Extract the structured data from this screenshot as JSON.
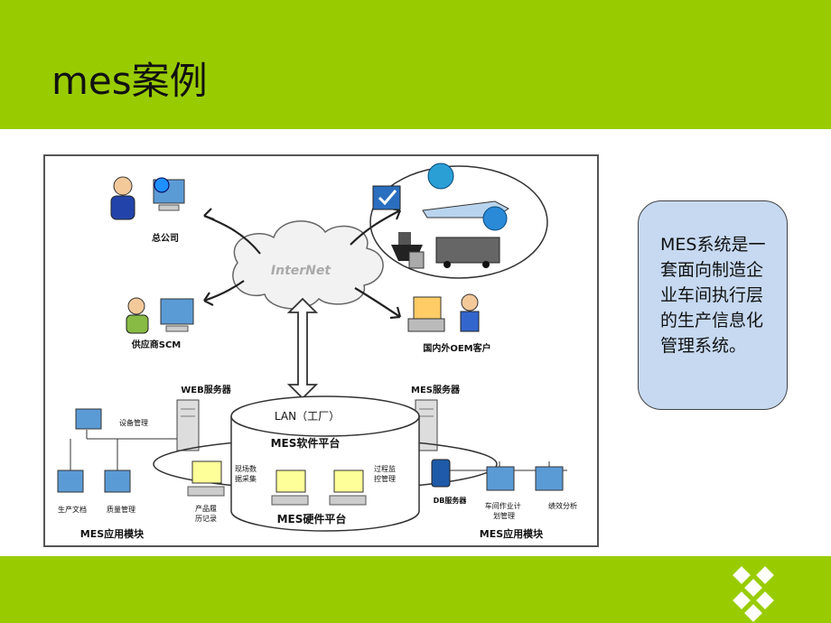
{
  "slide": {
    "title": "mes案例",
    "accent_color": "#99cc00"
  },
  "callout": {
    "text": "MES系统是一套面向制造企业车间执行层的生产信息化管理系统。",
    "background": "#c6d9f1"
  },
  "diagram": {
    "cloud_label": "InterNet",
    "headquarters_label": "总公司",
    "supplier_label": "供应商SCM",
    "oem_label": "国内外OEM客户",
    "web_server_label": "WEB服务器",
    "mes_server_label": "MES服务器",
    "lan_label": "LAN（工厂）",
    "software_platform_label": "MES软件平台",
    "hardware_platform_label": "MES硬件平台",
    "equipment_mgmt_label": "设备管理",
    "production_doc_label": "生产文档",
    "quality_mgmt_label": "质量管理",
    "product_record_label": "产品履\n历记录",
    "shopfloor_collect_label": "现场数\n据采集",
    "process_control_label": "过程监\n控管理",
    "db_server_label": "DB服务器",
    "workshop_plan_label": "车间作业计\n划管理",
    "performance_label": "绩效分析",
    "mes_app_left_label": "MES应用模块",
    "mes_app_right_label": "MES应用模块"
  }
}
